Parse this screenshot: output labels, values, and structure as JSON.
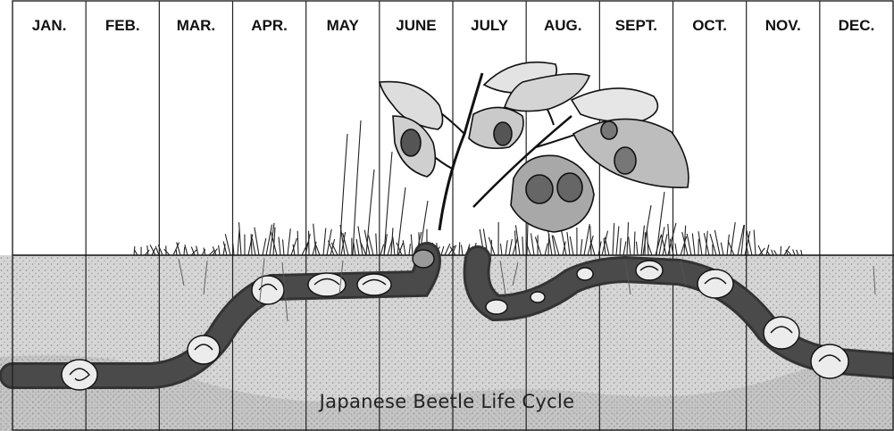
{
  "months": [
    "JAN.",
    "FEB.",
    "MAR.",
    "APR.",
    "MAY",
    "JUNE",
    "JULY",
    "AUG.",
    "SEPT.",
    "OCT.",
    "NOV.",
    "DEC."
  ],
  "caption": "Japanese Beetle Life Cycle",
  "colors": {
    "ink": "#111111",
    "soil": "#cfcfcf",
    "soil_dark": "#a9a9a9",
    "burrow": "#3a3a3a",
    "grub": "#efefef"
  }
}
